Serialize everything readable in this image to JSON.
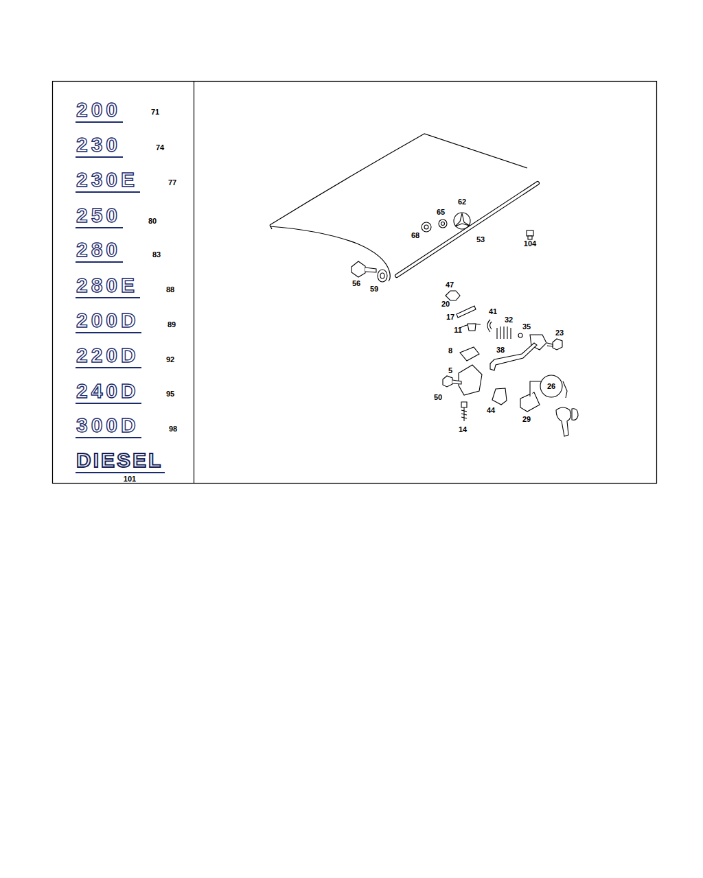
{
  "diagram": {
    "labels": [
      "200",
      "71",
      "230",
      "74",
      "230E",
      "77",
      "250",
      "80",
      "280",
      "83",
      "280E",
      "88",
      "200D",
      "89",
      "220D",
      "92",
      "240D",
      "95",
      "300D",
      "98",
      "DIESEL",
      "101",
      "62",
      "65",
      "68",
      "53",
      "104",
      "56",
      "59",
      "47",
      "20",
      "17",
      "41",
      "32",
      "35",
      "11",
      "23",
      "8",
      "38",
      "5",
      "26",
      "50",
      "44",
      "29",
      "14"
    ]
  }
}
